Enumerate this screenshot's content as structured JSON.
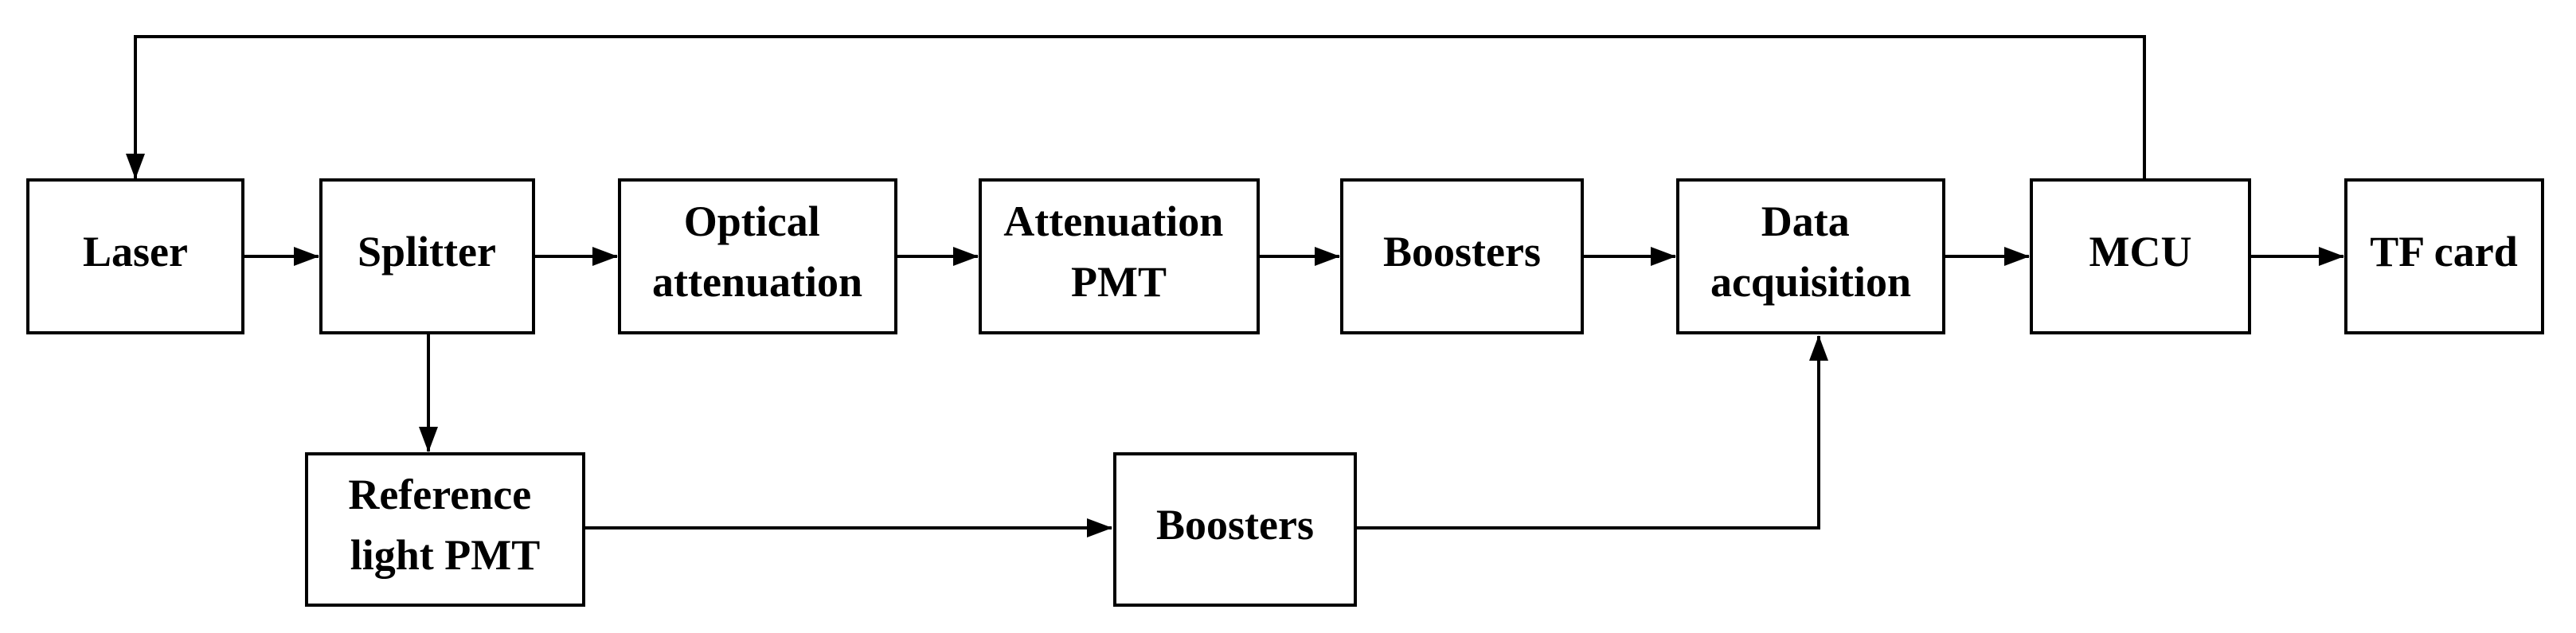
{
  "nodes": {
    "laser": {
      "lines": [
        "Laser"
      ]
    },
    "splitter": {
      "lines": [
        "Splitter"
      ]
    },
    "optical_attenuation": {
      "lines": [
        "Optical",
        "attenuation"
      ]
    },
    "attenuation_pmt": {
      "lines": [
        "Attenuation",
        "PMT"
      ]
    },
    "boosters_top": {
      "lines": [
        "Boosters"
      ]
    },
    "data_acquisition": {
      "lines": [
        "Data",
        "acquisition"
      ]
    },
    "mcu": {
      "lines": [
        "MCU"
      ]
    },
    "tf_card": {
      "lines": [
        "TF card"
      ]
    },
    "reference_light_pmt": {
      "lines": [
        "Reference",
        "light PMT"
      ]
    },
    "boosters_bottom": {
      "lines": [
        "Boosters"
      ]
    }
  },
  "edges": [
    {
      "from": "laser",
      "to": "splitter"
    },
    {
      "from": "splitter",
      "to": "optical_attenuation"
    },
    {
      "from": "optical_attenuation",
      "to": "attenuation_pmt"
    },
    {
      "from": "attenuation_pmt",
      "to": "boosters_top"
    },
    {
      "from": "boosters_top",
      "to": "data_acquisition"
    },
    {
      "from": "data_acquisition",
      "to": "mcu"
    },
    {
      "from": "mcu",
      "to": "tf_card"
    },
    {
      "from": "mcu",
      "to": "laser"
    },
    {
      "from": "splitter",
      "to": "reference_light_pmt"
    },
    {
      "from": "reference_light_pmt",
      "to": "boosters_bottom"
    },
    {
      "from": "boosters_bottom",
      "to": "data_acquisition"
    }
  ]
}
